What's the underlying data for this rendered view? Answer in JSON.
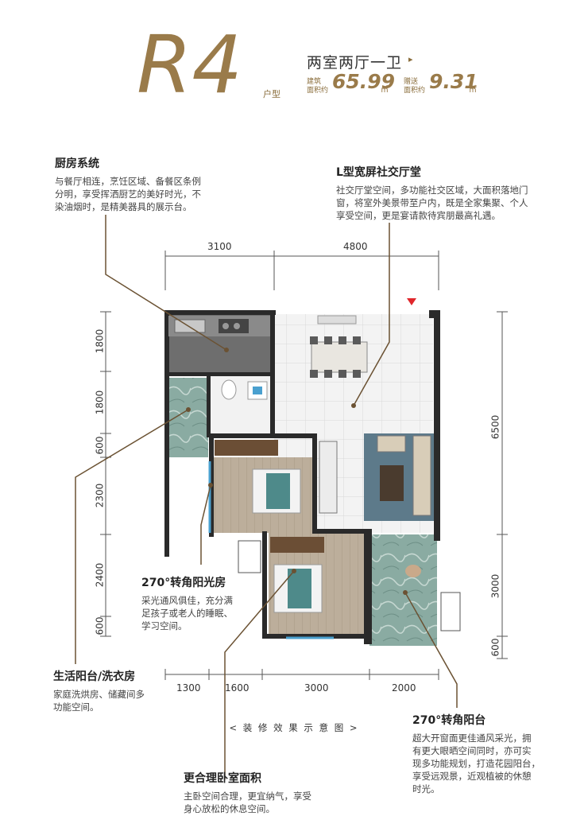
{
  "header": {
    "logo_text": "R4",
    "huxing_label": "户型",
    "layout_type": "两室两厅一卫",
    "arrow": "▸",
    "built_area_label_line1": "建筑",
    "built_area_label_line2": "面积约",
    "built_area_value": "65.99",
    "built_area_unit": "㎡",
    "gift_area_label_line1": "赠送",
    "gift_area_label_line2": "面积约",
    "gift_area_value": "9.31",
    "gift_area_unit": "㎡"
  },
  "annotations": {
    "kitchen": {
      "title": "厨房系统",
      "desc_lines": [
        "与餐厅相连，烹饪区域、备餐区条例",
        "分明，享受挥洒厨艺的美好时光，不",
        "染油烟时，是精美器具的展示台。"
      ]
    },
    "living": {
      "title": "L型宽屏社交厅堂",
      "desc_lines": [
        "社交厅堂空间，多功能社交区域，大面积落地门",
        "窗，将室外美景带至户内，既是全家集聚、个人",
        "享受空间，更是宴请款待宾朋最高礼遇。"
      ]
    },
    "sunroom": {
      "title": "270°转角阳光房",
      "desc_lines": [
        "采光通风俱佳，充分满",
        "足孩子或老人的睡眠、",
        "学习空间。"
      ]
    },
    "utility": {
      "title": "生活阳台/洗衣房",
      "desc_lines": [
        "家庭洗烘房、储藏间多",
        "功能空间。"
      ]
    },
    "balcony": {
      "title": "270°转角阳台",
      "desc_lines": [
        "超大开窗面更佳通风采光，拥",
        "有更大眼晒空间同时，亦可实",
        "现多功能规划，打造花园阳台，",
        "享受远观景，近观植被的休憩",
        "时光。"
      ]
    },
    "master": {
      "title": "更合理卧室面积",
      "desc_lines": [
        "主卧空间合理，更宜纳气，享受",
        "身心放松的休息空间。"
      ]
    }
  },
  "dimensions": {
    "top": [
      "3100",
      "4800"
    ],
    "bottom": [
      "1300",
      "1600",
      "3000",
      "2000"
    ],
    "left": [
      "1800",
      "1800",
      "600",
      "2300",
      "2400",
      "600"
    ],
    "right": [
      "6500",
      "3000",
      "600"
    ]
  },
  "caption": "< 装 修 效 果 示 意 图 >",
  "colors": {
    "gold": "#9a7b4a",
    "wall": "#2a2a2a",
    "floor_wood": "#b9ab98",
    "floor_tile": "#f1f1f1",
    "balcony_marble": "#86a79d"
  }
}
